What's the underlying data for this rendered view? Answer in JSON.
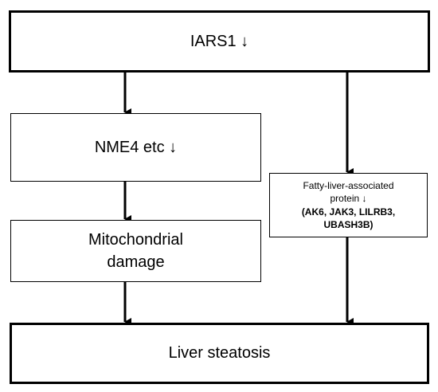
{
  "nodes": {
    "iars1": "IARS1 ↓",
    "nme4": "NME4 etc ↓",
    "mito_line1": "Mitochondrial",
    "mito_line2": "damage",
    "fatty_line1": "Fatty-liver-associated",
    "fatty_line2": "protein ↓",
    "fatty_line3": "(AK6, JAK3, LILRB3,",
    "fatty_line4": "UBASH3B)",
    "liver": "Liver steatosis"
  },
  "edges": [
    {
      "from": "iars1",
      "to": "nme4"
    },
    {
      "from": "iars1",
      "to": "fatty"
    },
    {
      "from": "nme4",
      "to": "mito"
    },
    {
      "from": "mito",
      "to": "liver"
    },
    {
      "from": "fatty",
      "to": "liver"
    }
  ],
  "colors": {
    "stroke": "#000000",
    "background": "#ffffff"
  }
}
